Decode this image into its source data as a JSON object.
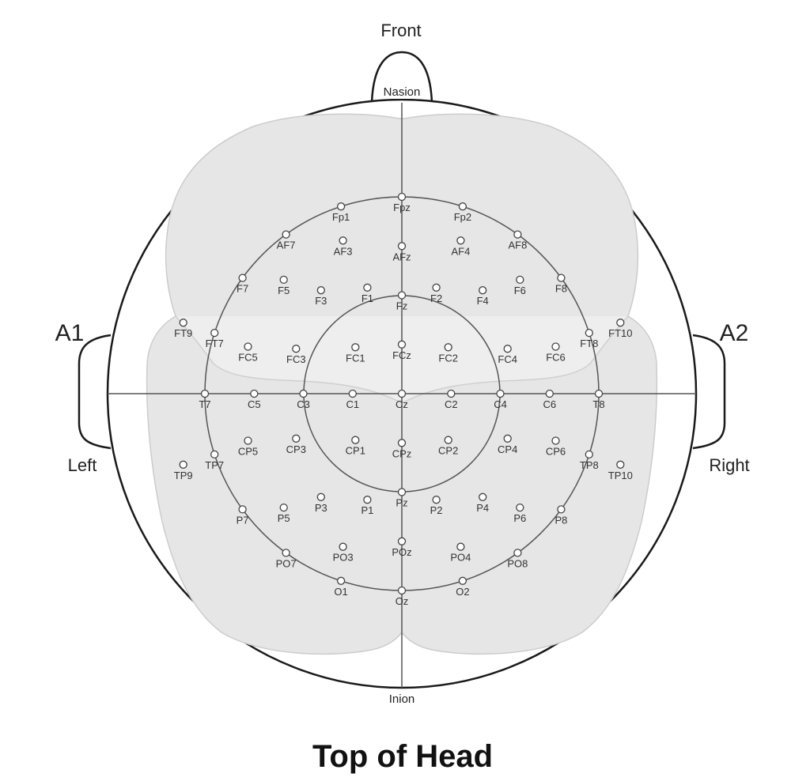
{
  "labels": {
    "front": "Front",
    "nasion": "Nasion",
    "inion": "Inion",
    "left": "Left",
    "right": "Right",
    "a1": "A1",
    "a2": "A2"
  },
  "title": "Top of Head",
  "electrodes": [
    {
      "name": "Fpz",
      "ring": 0.6,
      "deg": 0
    },
    {
      "name": "Fp1",
      "ring": 0.6,
      "deg": -18
    },
    {
      "name": "Fp2",
      "ring": 0.6,
      "deg": 18
    },
    {
      "name": "AF7",
      "ring": 0.6,
      "deg": -36
    },
    {
      "name": "AF8",
      "ring": 0.6,
      "deg": 36
    },
    {
      "name": "F7",
      "ring": 0.6,
      "deg": -54
    },
    {
      "name": "F8",
      "ring": 0.6,
      "deg": 54
    },
    {
      "name": "FT7",
      "ring": 0.6,
      "deg": -72
    },
    {
      "name": "FT8",
      "ring": 0.6,
      "deg": 72
    },
    {
      "name": "T7",
      "ring": 0.6,
      "deg": -90
    },
    {
      "name": "T8",
      "ring": 0.6,
      "deg": 90
    },
    {
      "name": "TP7",
      "ring": 0.6,
      "deg": -108
    },
    {
      "name": "TP8",
      "ring": 0.6,
      "deg": 108
    },
    {
      "name": "P7",
      "ring": 0.6,
      "deg": -126
    },
    {
      "name": "P8",
      "ring": 0.6,
      "deg": 126
    },
    {
      "name": "PO7",
      "ring": 0.6,
      "deg": -144
    },
    {
      "name": "PO8",
      "ring": 0.6,
      "deg": 144
    },
    {
      "name": "O1",
      "ring": 0.6,
      "deg": -162
    },
    {
      "name": "O2",
      "ring": 0.6,
      "deg": 162
    },
    {
      "name": "Oz",
      "ring": 0.6,
      "deg": 180
    },
    {
      "name": "Fz",
      "ring": 0.3,
      "deg": 0
    },
    {
      "name": "C3",
      "ring": 0.3,
      "deg": -90
    },
    {
      "name": "C4",
      "ring": 0.3,
      "deg": 90
    },
    {
      "name": "Pz",
      "ring": 0.3,
      "deg": 180
    },
    {
      "name": "Cz",
      "ring": 0,
      "deg": 0
    },
    {
      "name": "FT9",
      "ring": 0.7,
      "deg": -72
    },
    {
      "name": "FT10",
      "ring": 0.7,
      "deg": 72
    },
    {
      "name": "TP9",
      "ring": 0.7,
      "deg": -108
    },
    {
      "name": "TP10",
      "ring": 0.7,
      "deg": 108
    },
    {
      "name": "AFz",
      "ring": 0.45,
      "deg": 0
    },
    {
      "name": "AF3",
      "ring": 0.5,
      "deg": -21
    },
    {
      "name": "AF4",
      "ring": 0.5,
      "deg": 21
    },
    {
      "name": "F5",
      "ring": 0.5,
      "deg": -46
    },
    {
      "name": "F6",
      "ring": 0.5,
      "deg": 46
    },
    {
      "name": "F3",
      "ring": 0.4,
      "deg": -38
    },
    {
      "name": "F4",
      "ring": 0.4,
      "deg": 38
    },
    {
      "name": "F1",
      "ring": 0.34,
      "deg": -18
    },
    {
      "name": "F2",
      "ring": 0.34,
      "deg": 18
    },
    {
      "name": "FCz",
      "ring": 0.15,
      "deg": 0
    },
    {
      "name": "FC1",
      "ring": 0.2,
      "deg": -45
    },
    {
      "name": "FC2",
      "ring": 0.2,
      "deg": 45
    },
    {
      "name": "FC3",
      "ring": 0.35,
      "deg": -67
    },
    {
      "name": "FC4",
      "ring": 0.35,
      "deg": 67
    },
    {
      "name": "FC5",
      "ring": 0.49,
      "deg": -73
    },
    {
      "name": "FC6",
      "ring": 0.49,
      "deg": 73
    },
    {
      "name": "C1",
      "ring": 0.15,
      "deg": -90
    },
    {
      "name": "C2",
      "ring": 0.15,
      "deg": 90
    },
    {
      "name": "C5",
      "ring": 0.45,
      "deg": -90
    },
    {
      "name": "C6",
      "ring": 0.45,
      "deg": 90
    },
    {
      "name": "CPz",
      "ring": 0.15,
      "deg": 180
    },
    {
      "name": "CP1",
      "ring": 0.2,
      "deg": -135
    },
    {
      "name": "CP2",
      "ring": 0.2,
      "deg": 135
    },
    {
      "name": "CP3",
      "ring": 0.35,
      "deg": -113
    },
    {
      "name": "CP4",
      "ring": 0.35,
      "deg": 113
    },
    {
      "name": "CP5",
      "ring": 0.49,
      "deg": -107
    },
    {
      "name": "CP6",
      "ring": 0.49,
      "deg": 107
    },
    {
      "name": "P1",
      "ring": 0.34,
      "deg": -162
    },
    {
      "name": "P2",
      "ring": 0.34,
      "deg": 162
    },
    {
      "name": "P3",
      "ring": 0.4,
      "deg": -142
    },
    {
      "name": "P4",
      "ring": 0.4,
      "deg": 142
    },
    {
      "name": "P5",
      "ring": 0.5,
      "deg": -134
    },
    {
      "name": "P6",
      "ring": 0.5,
      "deg": 134
    },
    {
      "name": "POz",
      "ring": 0.45,
      "deg": 180
    },
    {
      "name": "PO3",
      "ring": 0.5,
      "deg": -159
    },
    {
      "name": "PO4",
      "ring": 0.5,
      "deg": 159
    }
  ]
}
